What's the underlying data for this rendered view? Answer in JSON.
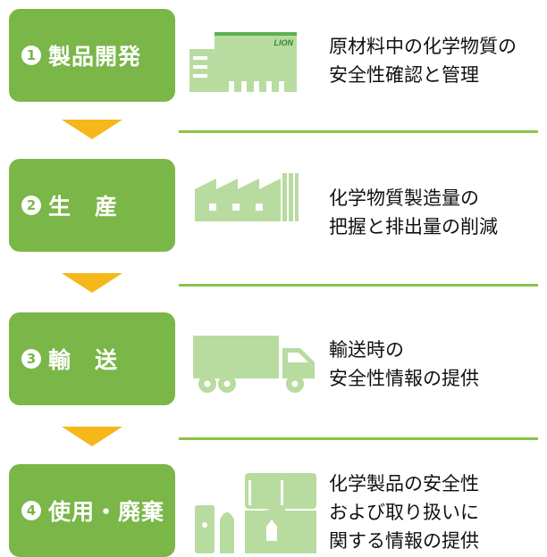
{
  "stages": [
    {
      "num": "1",
      "label": "製品開発",
      "desc": [
        "原材料中の化学物質の",
        "安全性確認と管理"
      ],
      "icon": "office-building-icon",
      "icon_text": "LION"
    },
    {
      "num": "2",
      "label": "生　産",
      "desc": [
        "化学物質製造量の",
        "把握と排出量の削減"
      ],
      "icon": "factory-icon"
    },
    {
      "num": "3",
      "label": "輸　送",
      "desc": [
        "輸送時の",
        "安全性情報の提供"
      ],
      "icon": "truck-icon"
    },
    {
      "num": "4",
      "label": "使用・廃棄",
      "desc": [
        "化学製品の安全性",
        "および取り扱いに",
        "関する情報の提供"
      ],
      "icon": "product-containers-icon"
    }
  ],
  "colors": {
    "stage_green": "#7ab648",
    "arrow_orange": "#f5b71a",
    "icon_green": "#b8dba0",
    "divider_green": "#8bc34a"
  }
}
